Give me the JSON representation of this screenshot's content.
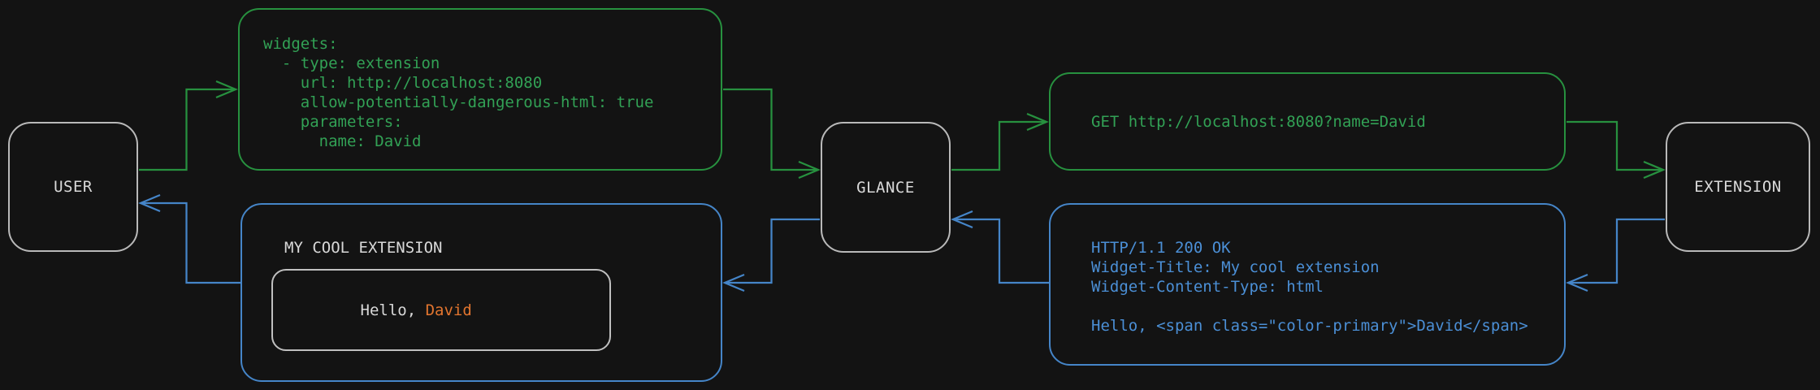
{
  "colors": {
    "background": "#131313",
    "request_line": "#27913f",
    "request_text": "#32a155",
    "response_line": "#4585c8",
    "response_text": "#4b8fd6",
    "node_border": "#b9b9b9",
    "inner_border": "#c0c0c0",
    "text_light": "#d9d9d9",
    "name_orange": "#e2752f"
  },
  "nodes": {
    "user": "USER",
    "glance": "GLANCE",
    "extension": "EXTENSION"
  },
  "config_box": {
    "code": "widgets:\n  - type: extension\n    url: http://localhost:8080\n    allow-potentially-dangerous-html: true\n    parameters:\n      name: David"
  },
  "request_box": {
    "code": "GET http://localhost:8080?name=David"
  },
  "response_box": {
    "code": "HTTP/1.1 200 OK\nWidget-Title: My cool extension\nWidget-Content-Type: html\n\nHello, <span class=\"color-primary\">David</span>"
  },
  "widget_box": {
    "title": "MY COOL EXTENSION",
    "greeting_prefix": "Hello, ",
    "name": "David"
  }
}
